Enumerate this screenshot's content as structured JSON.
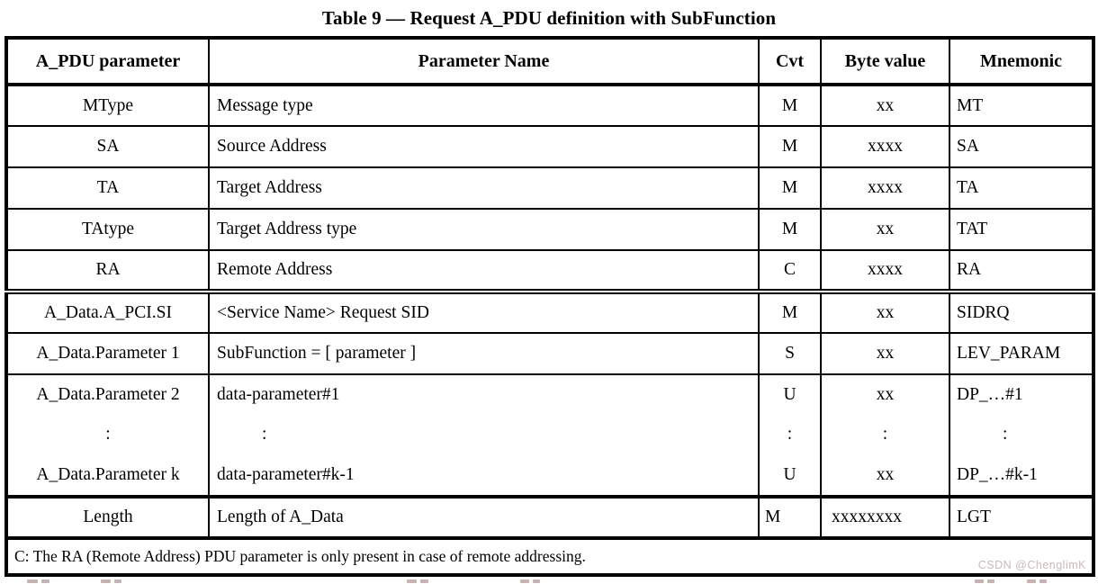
{
  "title": "Table 9 — Request A_PDU definition with SubFunction",
  "table": {
    "headers": {
      "param": "A_PDU parameter",
      "name": "Parameter Name",
      "cvt": "Cvt",
      "byte": "Byte value",
      "mnemonic": "Mnemonic"
    },
    "rows": [
      {
        "param": "MType",
        "name": "Message type",
        "cvt": "M",
        "byte": "xx",
        "mnemonic": "MT"
      },
      {
        "param": "SA",
        "name": "Source Address",
        "cvt": "M",
        "byte": "xxxx",
        "mnemonic": "SA"
      },
      {
        "param": "TA",
        "name": "Target Address",
        "cvt": "M",
        "byte": "xxxx",
        "mnemonic": "TA"
      },
      {
        "param": "TAtype",
        "name": "Target Address type",
        "cvt": "M",
        "byte": "xx",
        "mnemonic": "TAT"
      },
      {
        "param": "RA",
        "name": "Remote Address",
        "cvt": "C",
        "byte": "xxxx",
        "mnemonic": "RA"
      },
      {
        "param": "A_Data.A_PCI.SI",
        "name": "<Service Name> Request SID",
        "cvt": "M",
        "byte": "xx",
        "mnemonic": "SIDRQ"
      },
      {
        "param": "A_Data.Parameter 1",
        "name": "SubFunction = [ parameter ]",
        "cvt": "S",
        "byte": "xx",
        "mnemonic": "LEV_PARAM"
      }
    ],
    "group_row": {
      "lines": [
        {
          "param": "A_Data.Parameter 2",
          "name": "data-parameter#1",
          "cvt": "U",
          "byte": "xx",
          "mnemonic": "DP_…#1"
        },
        {
          "param": ":",
          "name": ":",
          "cvt": ":",
          "byte": ":",
          "mnemonic": ":"
        },
        {
          "param": "A_Data.Parameter k",
          "name": "data-parameter#k-1",
          "cvt": "U",
          "byte": "xx",
          "mnemonic": "DP_…#k-1"
        }
      ]
    },
    "length_row": {
      "param": "Length",
      "name": "Length of A_Data",
      "cvt": "M",
      "byte": "xxxxxxxx",
      "mnemonic": "LGT"
    },
    "footnote": "C: The RA (Remote Address) PDU parameter is only present in case of remote addressing."
  },
  "watermark": "CSDN @ChenglimK",
  "colors": {
    "border": "#000000",
    "text": "#000000",
    "background": "#ffffff",
    "watermark": "#c9baba"
  }
}
